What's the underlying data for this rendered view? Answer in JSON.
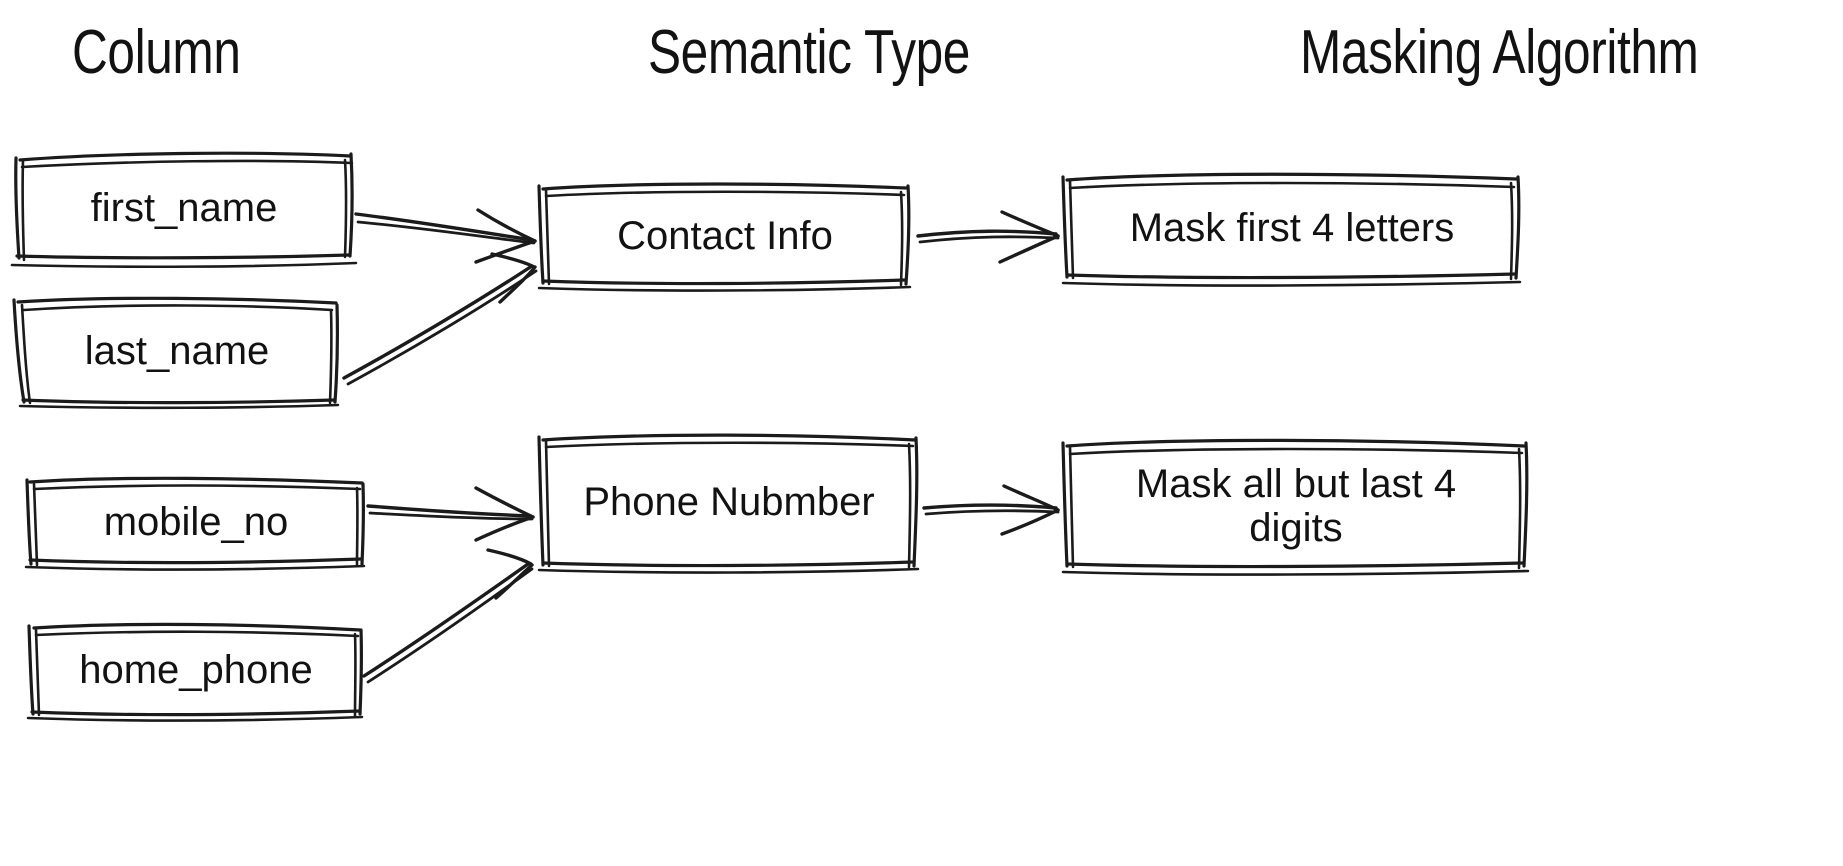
{
  "diagram": {
    "title_present": false,
    "style": "hand-drawn-sketch",
    "background_color": "#ffffff",
    "stroke_color": "#1b1b1b",
    "text_color": "#121212",
    "headers": [
      {
        "id": "column",
        "label": "Column"
      },
      {
        "id": "semantic",
        "label": "Semantic Type"
      },
      {
        "id": "masking",
        "label": "Masking Algorithm"
      }
    ],
    "columns": {
      "column": {
        "header": "Column",
        "nodes": [
          {
            "id": "first_name",
            "label": "first_name"
          },
          {
            "id": "last_name",
            "label": "last_name"
          },
          {
            "id": "mobile_no",
            "label": "mobile_no"
          },
          {
            "id": "home_phone",
            "label": "home_phone"
          }
        ]
      },
      "semantic": {
        "header": "Semantic Type",
        "nodes": [
          {
            "id": "contact_info",
            "label": "Contact Info"
          },
          {
            "id": "phone_number",
            "label": "Phone Nubmber"
          }
        ]
      },
      "masking": {
        "header": "Masking Algorithm",
        "nodes": [
          {
            "id": "mask_first_4",
            "label": "Mask first 4 letters"
          },
          {
            "id": "mask_all_but_4",
            "label": "Mask all but last 4 digits"
          }
        ]
      }
    },
    "edges": [
      {
        "id": "e1",
        "from": "first_name",
        "to": "contact_info",
        "type": "arrow"
      },
      {
        "id": "e2",
        "from": "last_name",
        "to": "contact_info",
        "type": "arrow"
      },
      {
        "id": "e3",
        "from": "contact_info",
        "to": "mask_first_4",
        "type": "arrow"
      },
      {
        "id": "e4",
        "from": "mobile_no",
        "to": "phone_number",
        "type": "arrow"
      },
      {
        "id": "e5",
        "from": "home_phone",
        "to": "phone_number",
        "type": "arrow"
      },
      {
        "id": "e6",
        "from": "phone_number",
        "to": "mask_all_but_4",
        "type": "arrow"
      }
    ]
  }
}
